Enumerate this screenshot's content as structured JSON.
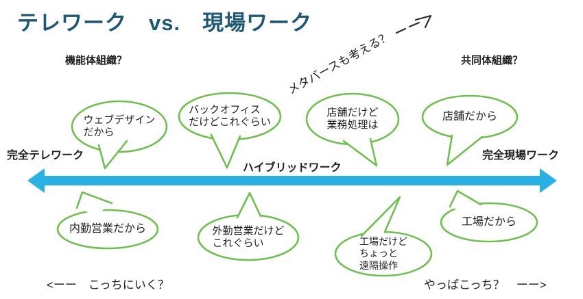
{
  "title": "テレワーク　vs.　現場ワーク",
  "labels": {
    "functional_org": "機能体組織？",
    "community_org": "共同体組織？",
    "full_telework": "完全テレワーク",
    "hybrid_work": "ハイブリッドワーク",
    "full_onsite": "完全現場ワーク"
  },
  "annotation": {
    "metaverse": "メタバースも考える？"
  },
  "bubbles_top": [
    {
      "text": "ウェブデザイン\nだから"
    },
    {
      "text": "バックオフィス\nだけどこれぐらい"
    },
    {
      "text": "店舗だけど\n業務処理は"
    },
    {
      "text": "店舗だから"
    }
  ],
  "bubbles_bottom": [
    {
      "text": "内勤営業だから"
    },
    {
      "text": "外勤営業だけど\nこれぐらい"
    },
    {
      "text": "工場だけど\nちょっと\n遠隔操作"
    },
    {
      "text": "工場だから"
    }
  ],
  "footer": {
    "go_left": "<ーー　こっちにいく？",
    "go_right": "やっぱこっち？　ーー>"
  },
  "colors": {
    "title": "#1D5875",
    "bubble_outline": "#6EC04C",
    "arrow": "#29B1E4",
    "text": "#1F1F1F"
  }
}
